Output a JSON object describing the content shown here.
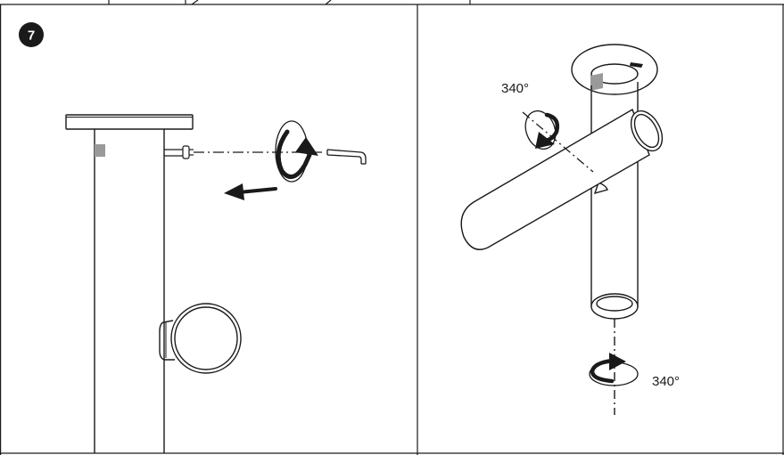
{
  "step": {
    "number": "7"
  },
  "right_panel": {
    "angle_upper": "340°",
    "angle_lower": "340°"
  },
  "colors": {
    "line": "#1a1a1a",
    "badge": "#1a1a1a",
    "marker": "#9a9a9a"
  }
}
